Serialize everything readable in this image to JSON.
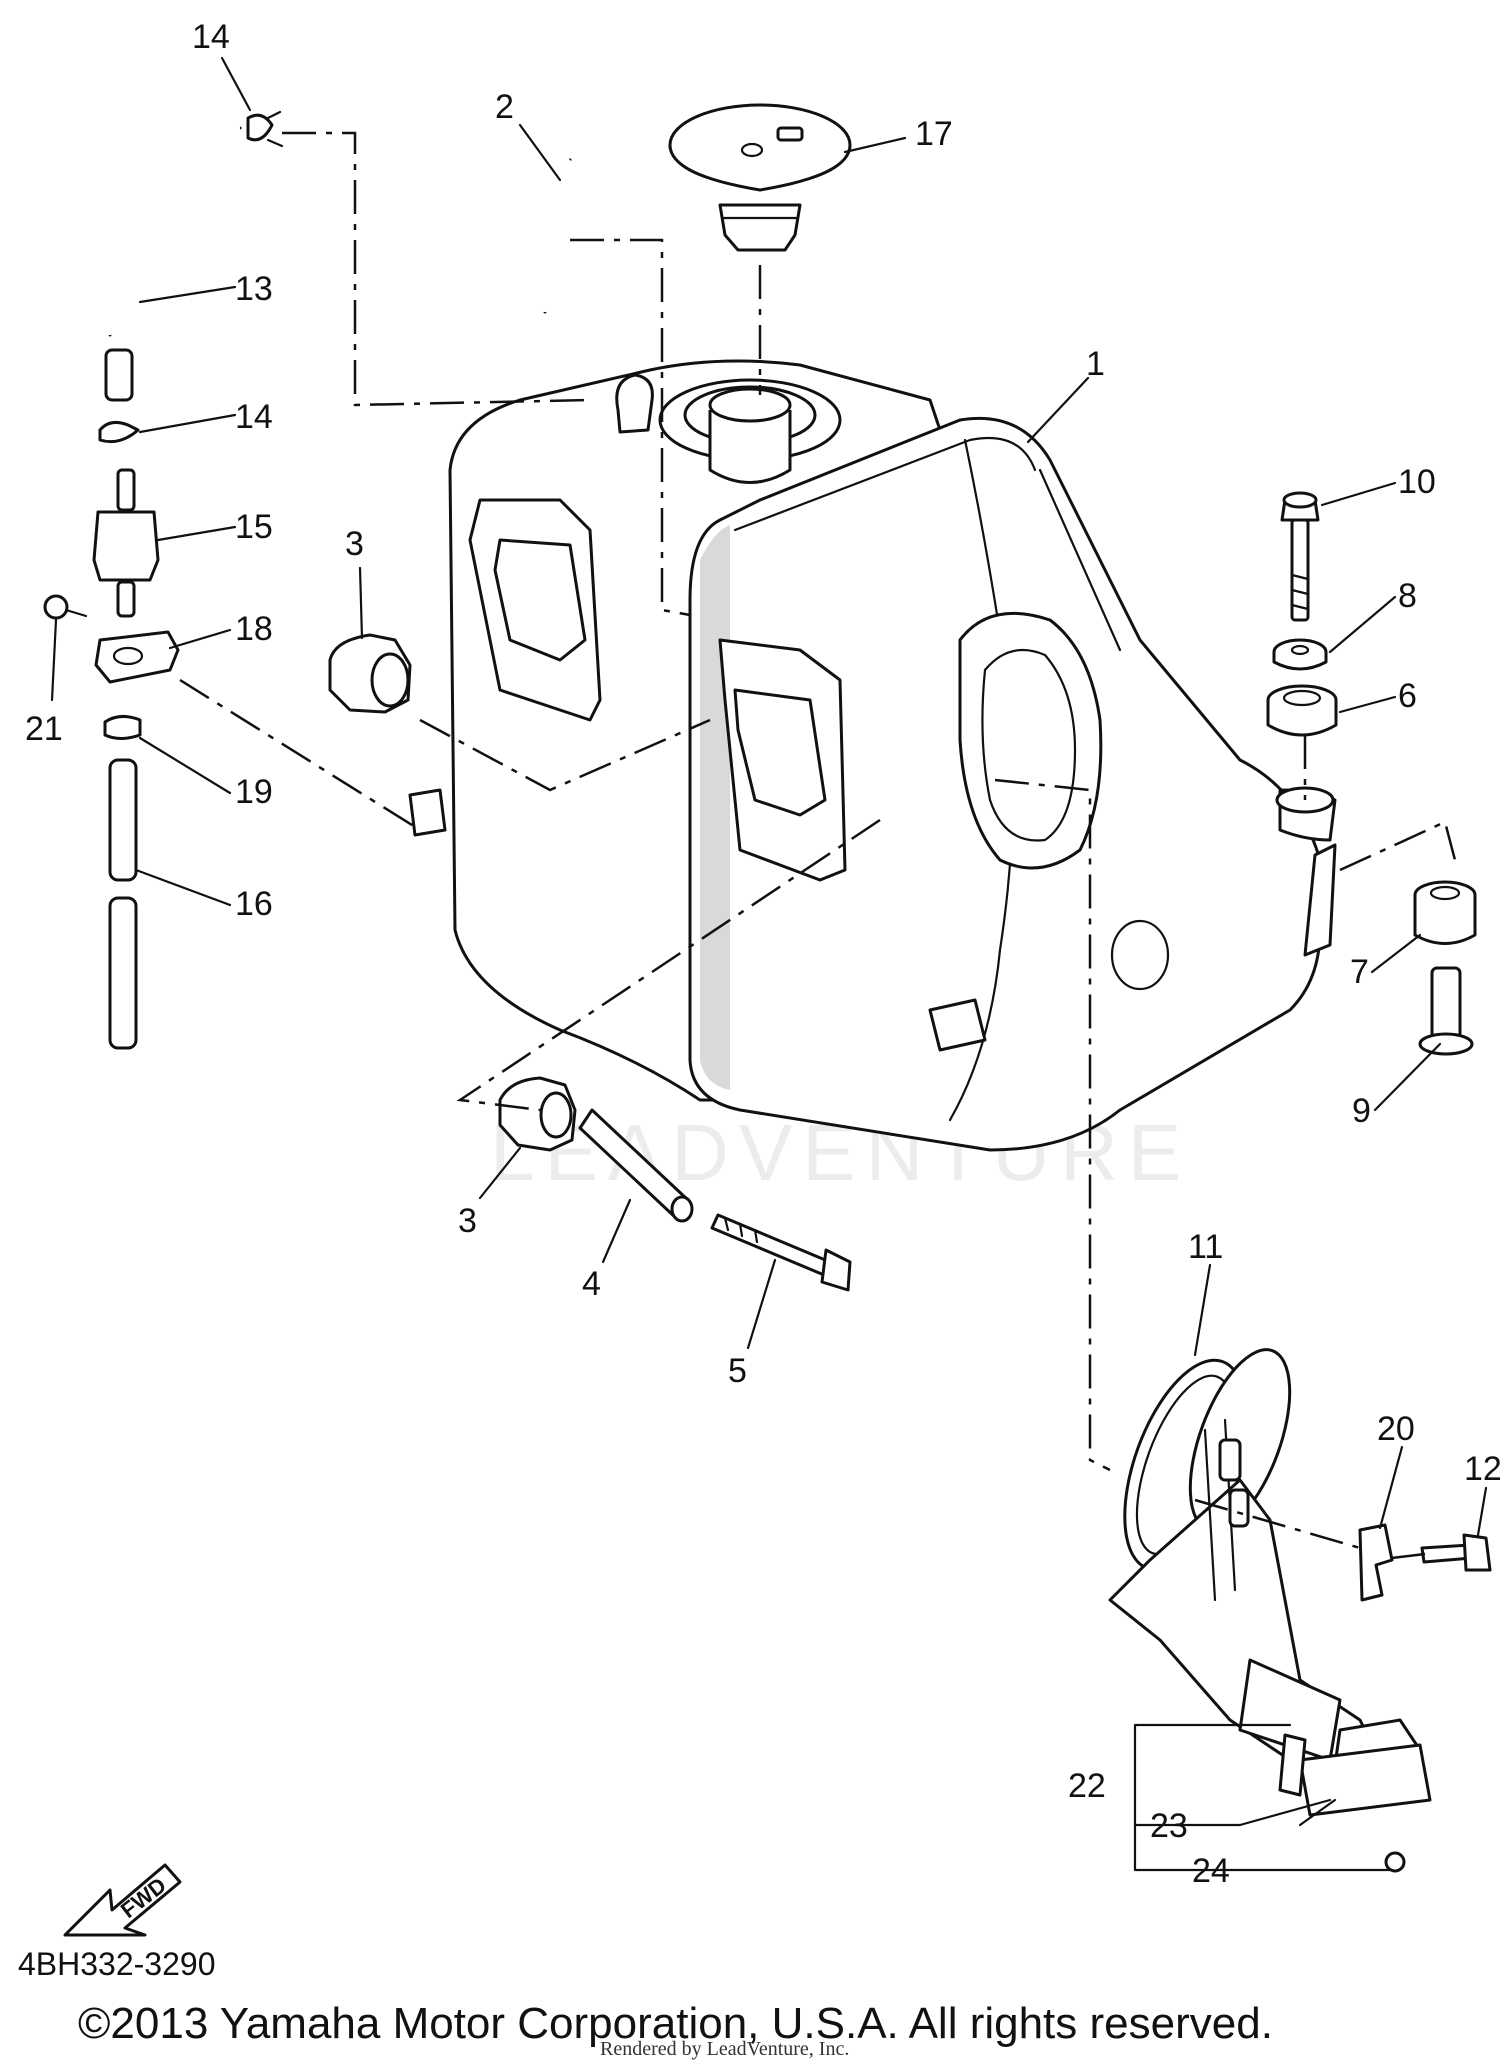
{
  "diagram": {
    "part_code": "4BH332-3290",
    "copyright": "©2013 Yamaha Motor Corporation, U.S.A. All rights reserved.",
    "rendered_by": "Rendered by LeadVenture, Inc.",
    "watermark": "LEADVENTURE",
    "fwd_label": "FWD",
    "callouts": [
      "14",
      "2",
      "17",
      "13",
      "1",
      "14",
      "15",
      "3",
      "10",
      "8",
      "21",
      "18",
      "6",
      "19",
      "16",
      "7",
      "9",
      "3",
      "4",
      "5",
      "11",
      "20",
      "12",
      "22",
      "23",
      "24"
    ]
  }
}
